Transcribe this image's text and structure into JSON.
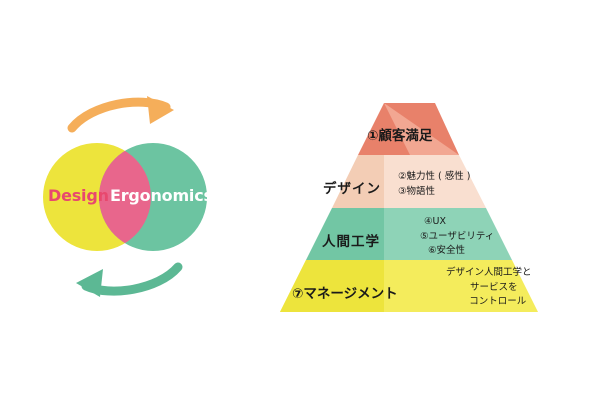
{
  "palette": {
    "yellow": "#EDE43C",
    "teal": "#6CC4A1",
    "pink": "#E8668C",
    "orange_arrow": "#F5AE5A",
    "green_arrow": "#5CB894",
    "design_text": "#E8486E",
    "ergonomics_text": "#FFFFFF",
    "tier1_left": "#E8816A",
    "tier1_right": "#F2A792",
    "tier2_left": "#F3CDB5",
    "tier2_right": "#F9DFD0",
    "tier3_left": "#72C6A4",
    "tier3_right": "#8ED3B7",
    "tier4_left": "#EDE43C",
    "tier4_right": "#F4EC5C",
    "text_dark": "#1A1A1A",
    "background": "#FFFFFF"
  },
  "venn": {
    "left_circle": {
      "label": "Design",
      "fill": "#EDE43C",
      "text_color": "#E8486E"
    },
    "right_circle": {
      "label": "Ergonomics",
      "fill": "#6CC4A1",
      "text_color": "#FFFFFF"
    },
    "overlap": {
      "fill": "#E8668C"
    },
    "arrows": [
      {
        "name": "top-arrow-right",
        "direction": "right",
        "color": "#F5AE5A"
      },
      {
        "name": "bottom-arrow-left",
        "direction": "left",
        "color": "#5CB894"
      }
    ]
  },
  "pyramid": {
    "tiers": [
      {
        "index": 1,
        "main_label": "①顧客満足",
        "sub_lines": [],
        "left_fill": "#E8816A",
        "right_fill": "#F2A792"
      },
      {
        "index": 2,
        "main_label": "デザイン",
        "sub_lines": [
          "②魅力性 ( 感性 )",
          "③物語性"
        ],
        "left_fill": "#F3CDB5",
        "right_fill": "#F9DFD0"
      },
      {
        "index": 3,
        "main_label": "人間工学",
        "sub_lines": [
          "④UX",
          "⑤ユーザビリティ",
          "⑥安全性"
        ],
        "left_fill": "#72C6A4",
        "right_fill": "#8ED3B7"
      },
      {
        "index": 4,
        "main_label": "⑦マネージメント",
        "sub_lines": [
          "デザイン人間工学と",
          "サービスを",
          "コントロール"
        ],
        "left_fill": "#EDE43C",
        "right_fill": "#F4EC5C"
      }
    ]
  }
}
